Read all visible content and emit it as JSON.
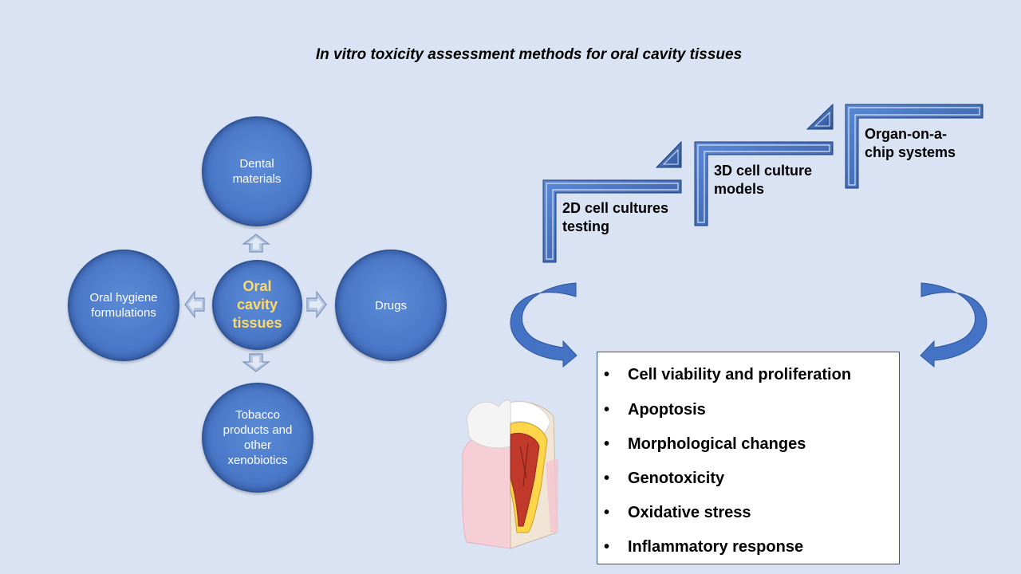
{
  "title": "In vitro toxicity assessment methods for oral cavity tissues",
  "hub": {
    "center": "Oral cavity tissues",
    "top": "Dental materials",
    "left": "Oral hygiene formulations",
    "right": "Drugs",
    "bottom": "Tobacco products and other xenobiotics"
  },
  "steps": [
    {
      "label": "2D cell cultures testing"
    },
    {
      "label": "3D cell culture models"
    },
    {
      "label": "Organ-on-a-chip systems"
    }
  ],
  "endpoints": [
    "Cell viability and proliferation",
    "Apoptosis",
    "Morphological changes",
    "Genotoxicity",
    "Oxidative stress",
    "Inflammatory response"
  ],
  "tooth_image": "tooth-cross-section-illustration",
  "colors": {
    "background": "#dae3f3",
    "circle_fill": "#4a78c8",
    "circle_border": "#2f5597",
    "center_text": "#ffd966",
    "step_blue": "#4472c4"
  }
}
